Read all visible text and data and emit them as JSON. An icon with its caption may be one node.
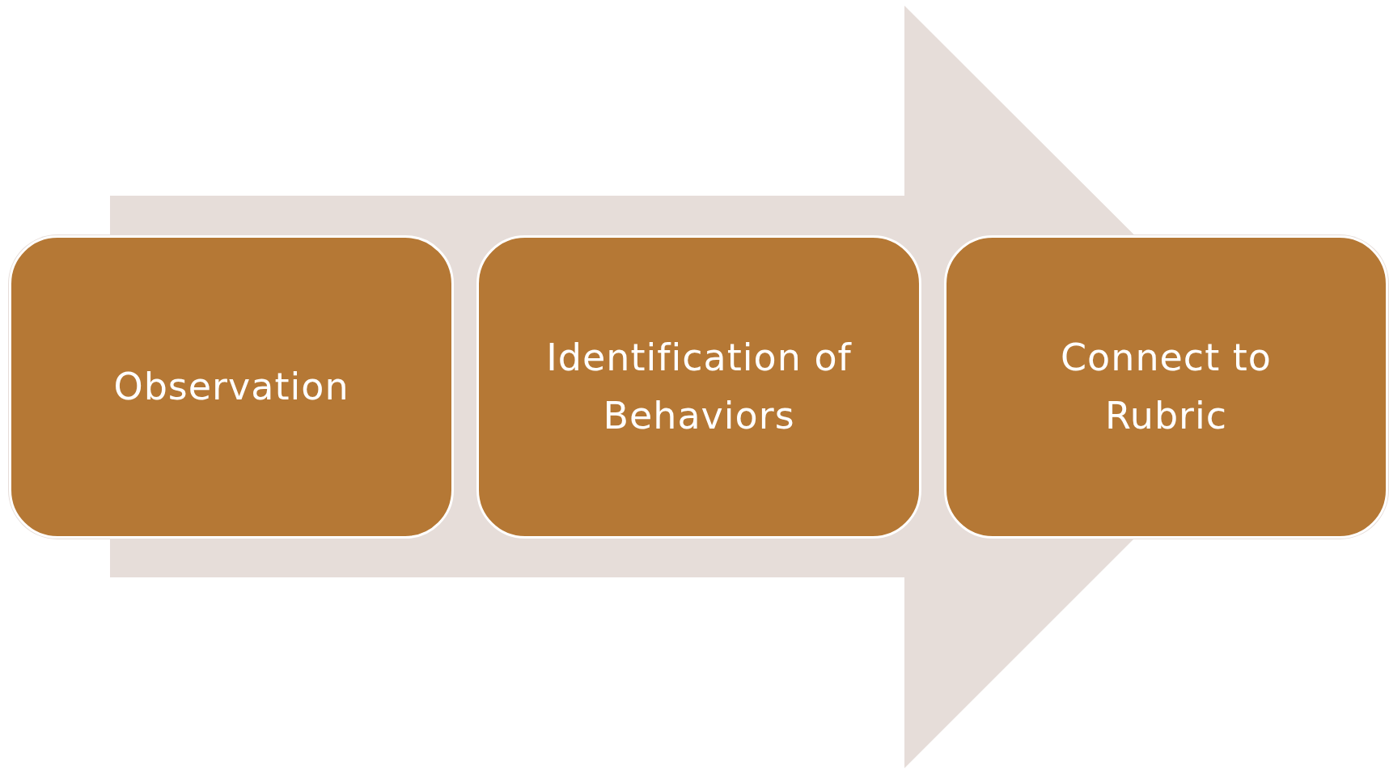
{
  "diagram": {
    "nodes": [
      {
        "text": [
          "Observation"
        ]
      },
      {
        "text": [
          "Identification of Behaviors"
        ]
      },
      {
        "text": [
          "Connect to Rubric"
        ]
      }
    ],
    "edges": [
      {
        "from": 0,
        "to": 2,
        "arrow": "to"
      }
    ]
  }
}
